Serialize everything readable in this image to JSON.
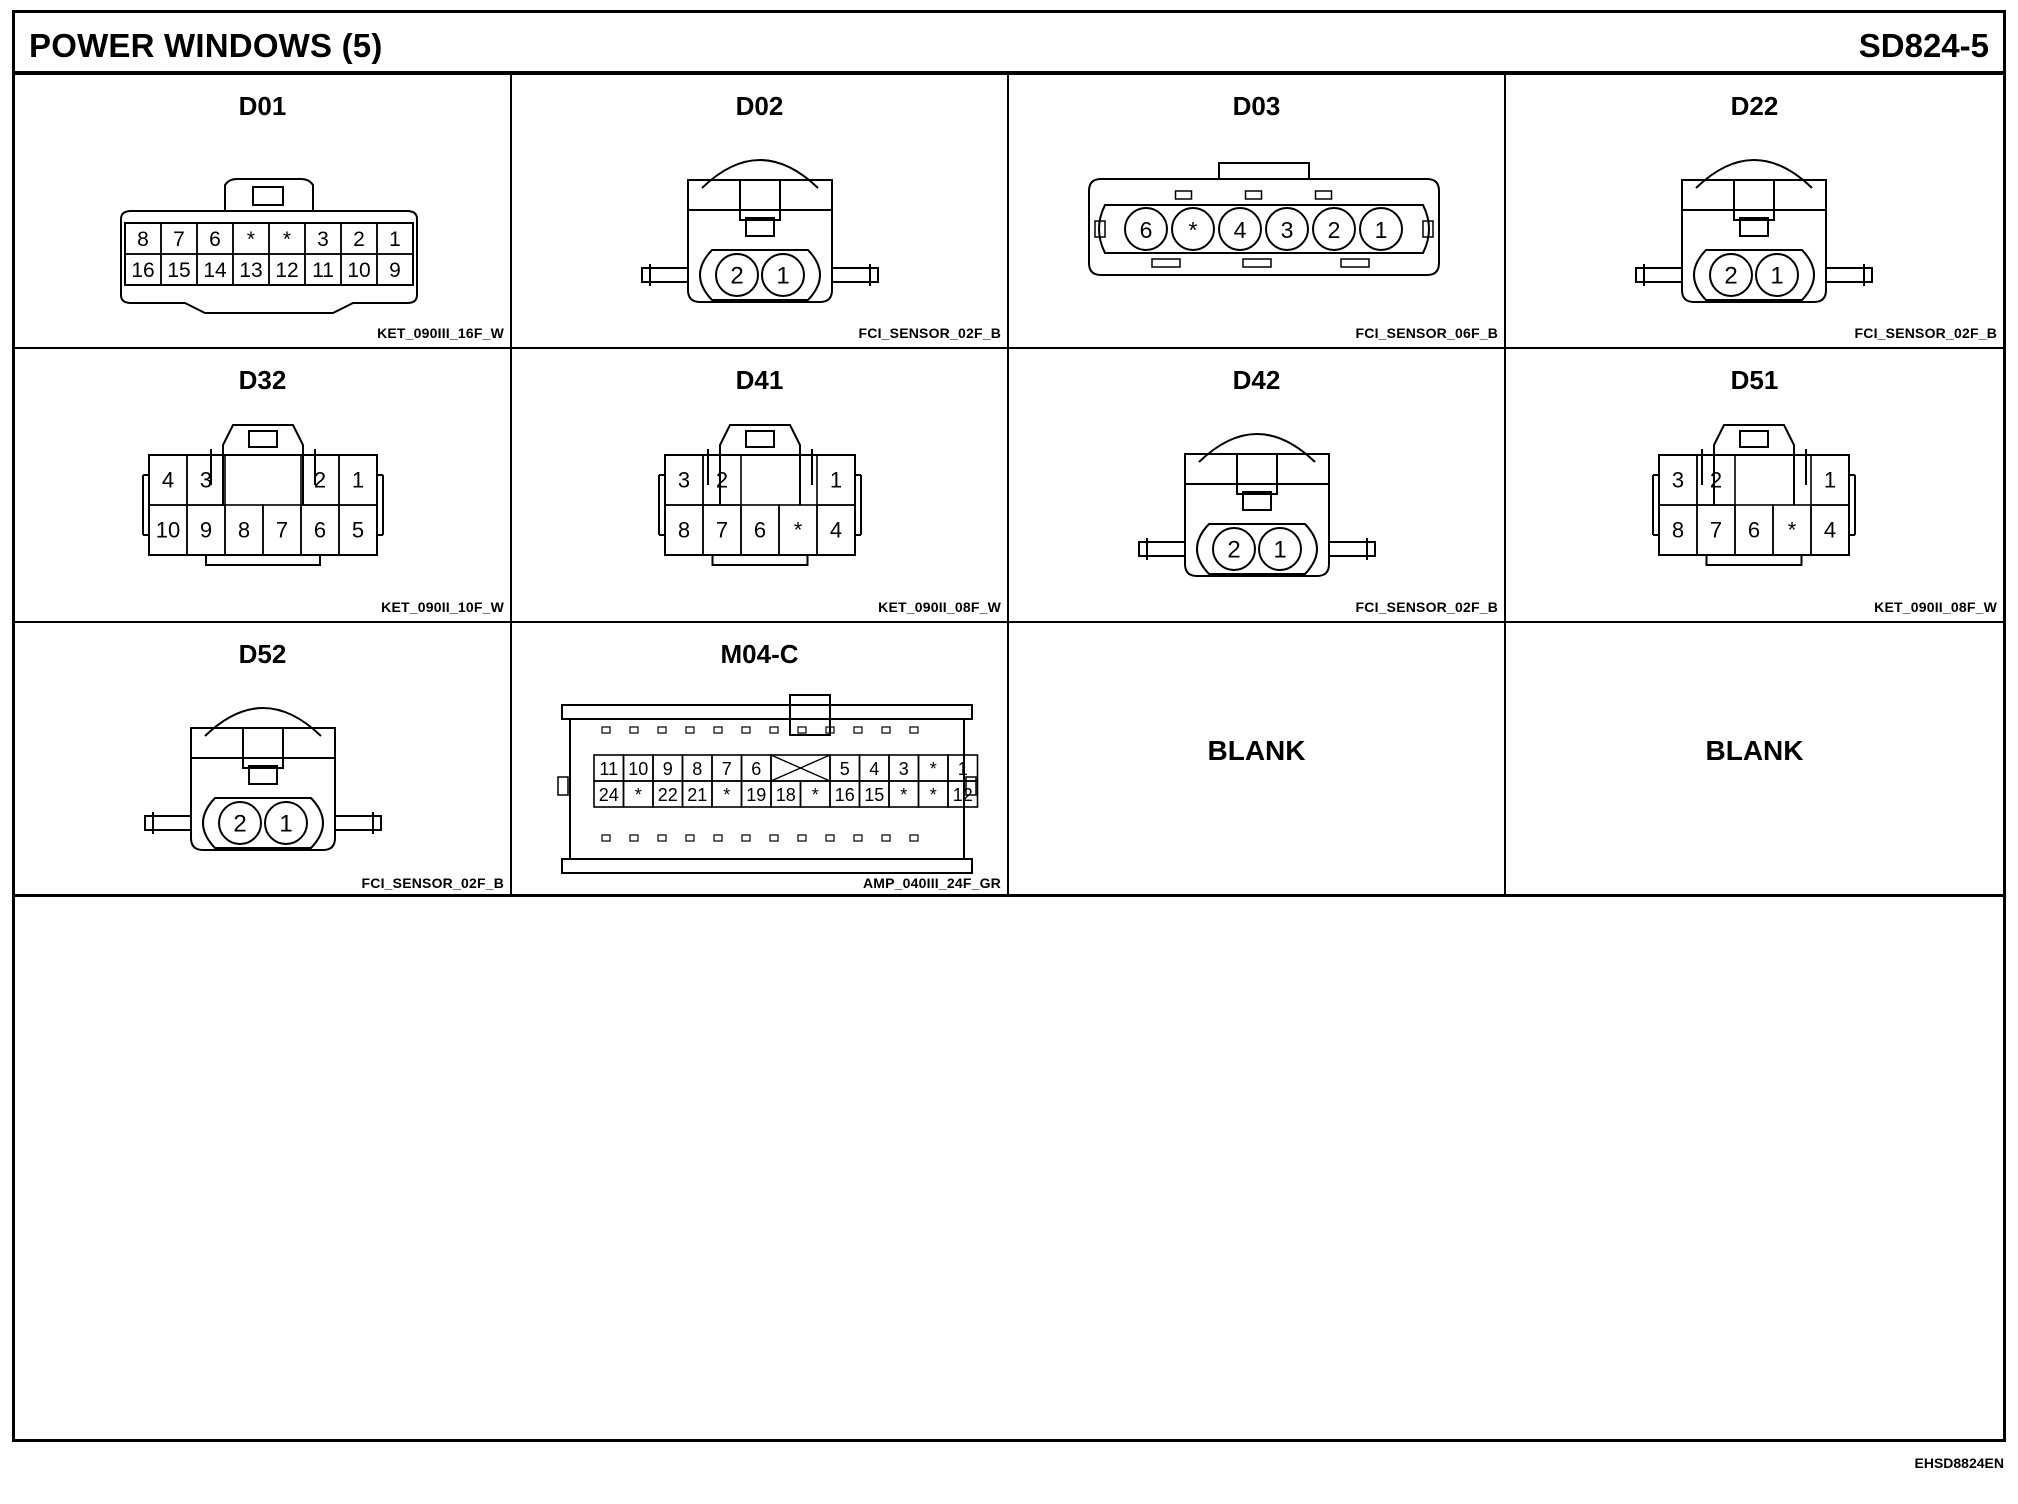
{
  "header": {
    "title": "POWER WINDOWS (5)",
    "page_id": "SD824-5"
  },
  "footer": {
    "doc_code": "EHSD8824EN"
  },
  "connectors": [
    {
      "name": "D01",
      "part": "KET_090III_16F_W",
      "type": "grid",
      "rows": [
        [
          "8",
          "7",
          "6",
          "*",
          "*",
          "3",
          "2",
          "1"
        ],
        [
          "16",
          "15",
          "14",
          "13",
          "12",
          "11",
          "10",
          "9"
        ]
      ]
    },
    {
      "name": "D02",
      "part": "FCI_SENSOR_02F_B",
      "type": "round2",
      "pins": [
        "2",
        "1"
      ]
    },
    {
      "name": "D03",
      "part": "FCI_SENSOR_06F_B",
      "type": "round6",
      "pins": [
        "6",
        "*",
        "4",
        "3",
        "2",
        "1"
      ]
    },
    {
      "name": "D22",
      "part": "FCI_SENSOR_02F_B",
      "type": "round2",
      "pins": [
        "2",
        "1"
      ]
    },
    {
      "name": "D32",
      "part": "KET_090II_10F_W",
      "type": "latch10",
      "top": [
        "4",
        "3",
        "2",
        "1"
      ],
      "bottom": [
        "10",
        "9",
        "8",
        "7",
        "6",
        "5"
      ]
    },
    {
      "name": "D41",
      "part": "KET_090II_08F_W",
      "type": "latch8",
      "top": [
        "3",
        "2",
        "1"
      ],
      "bottom": [
        "8",
        "7",
        "6",
        "*",
        "4"
      ]
    },
    {
      "name": "D42",
      "part": "FCI_SENSOR_02F_B",
      "type": "round2",
      "pins": [
        "2",
        "1"
      ]
    },
    {
      "name": "D51",
      "part": "KET_090II_08F_W",
      "type": "latch8",
      "top": [
        "3",
        "2",
        "1"
      ],
      "bottom": [
        "8",
        "7",
        "6",
        "*",
        "4"
      ]
    },
    {
      "name": "D52",
      "part": "FCI_SENSOR_02F_B",
      "type": "round2",
      "pins": [
        "2",
        "1"
      ]
    },
    {
      "name": "M04-C",
      "part": "AMP_040III_24F_GR",
      "type": "amp24",
      "rows": [
        [
          "11",
          "10",
          "9",
          "8",
          "7",
          "6",
          "X",
          "5",
          "4",
          "3",
          "*",
          "1"
        ],
        [
          "24",
          "*",
          "22",
          "21",
          "*",
          "19",
          "18",
          "*",
          "16",
          "15",
          "*",
          "*",
          "12"
        ]
      ]
    },
    {
      "name": "",
      "blank": "BLANK",
      "part": ""
    },
    {
      "name": "",
      "blank": "BLANK",
      "part": ""
    }
  ]
}
